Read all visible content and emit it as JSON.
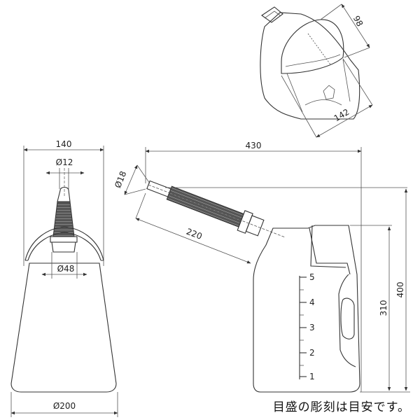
{
  "dimensions": {
    "top_view_height": "98",
    "top_view_width": "142",
    "front_width": "140",
    "nozzle_tip_diameter": "Ø12",
    "nozzle_base_diameter": "Ø48",
    "base_diameter": "Ø200",
    "nozzle_outer_diameter": "Ø18",
    "overall_length": "430",
    "nozzle_length": "220",
    "body_height": "310",
    "overall_height": "400"
  },
  "scale_marks": [
    "1",
    "2",
    "3",
    "4",
    "5"
  ],
  "note": "目盛の彫刻は目安です。",
  "colors": {
    "line": "#333333",
    "nozzle_dark": "#444444",
    "background": "#ffffff"
  }
}
